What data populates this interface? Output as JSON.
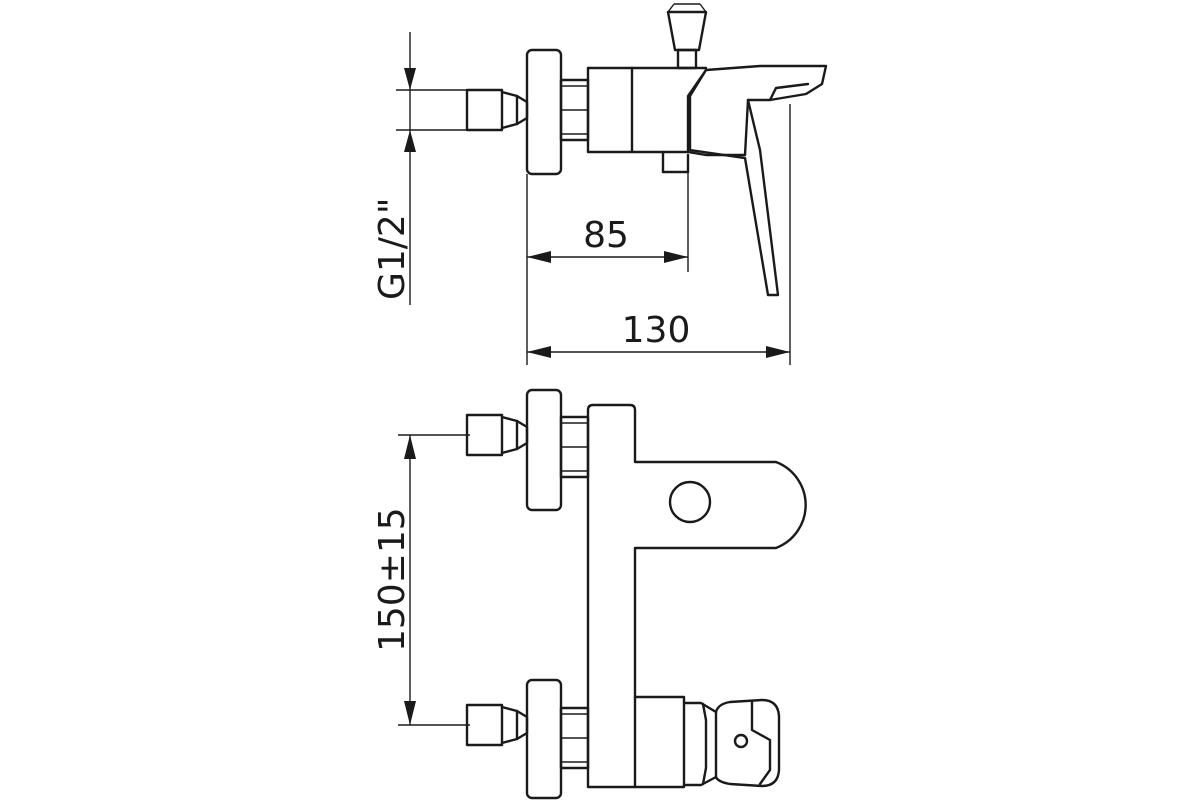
{
  "dimensions": {
    "thread": "G1/2\"",
    "depth_inner": "85",
    "depth_outer": "130",
    "center_distance": "150±15"
  },
  "colors": {
    "line": "#1a1a1a",
    "background": "#ffffff"
  }
}
